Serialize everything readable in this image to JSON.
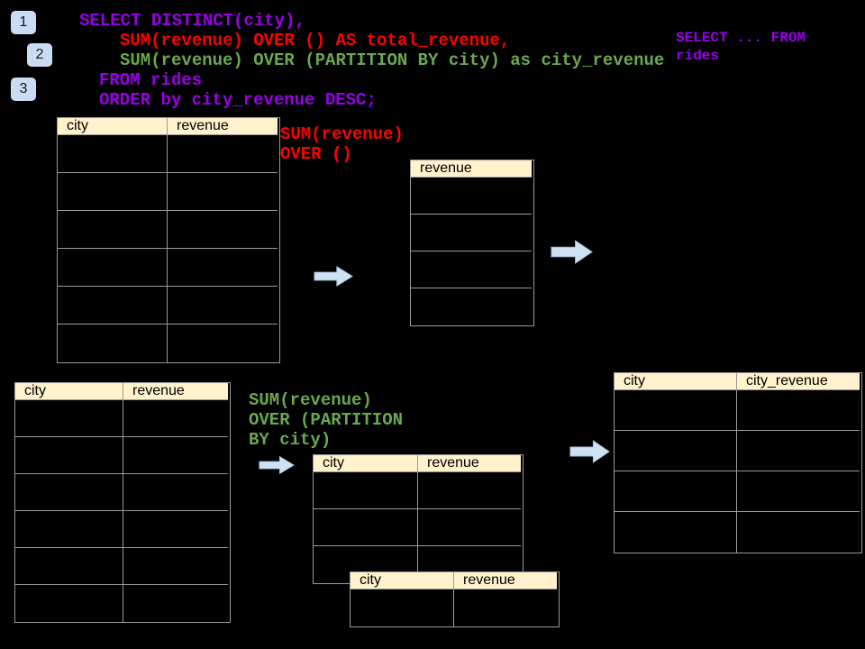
{
  "steps": [
    {
      "label": "1"
    },
    {
      "label": "2"
    },
    {
      "label": "3"
    }
  ],
  "sql": {
    "line1": "SELECT DISTINCT(city),",
    "line2": "SUM(revenue) OVER () AS total_revenue,",
    "line3": "SUM(revenue) OVER (PARTITION BY city) as city_revenue",
    "line4": "FROM rides",
    "line5": "ORDER by city_revenue DESC;"
  },
  "annotations": {
    "side_note": "SELECT ... FROM\nrides",
    "total_revenue_label": "SUM(revenue)\nOVER ()",
    "partition_label": "SUM(revenue)\nOVER (PARTITION\nBY city)"
  },
  "tables": {
    "source_top": {
      "columns": [
        "city",
        "revenue"
      ],
      "body_rows": 6
    },
    "total_result": {
      "columns": [
        "revenue"
      ],
      "body_rows": 4
    },
    "source_bottom": {
      "columns": [
        "city",
        "revenue"
      ],
      "body_rows": 6
    },
    "partition_group_1": {
      "columns": [
        "city",
        "revenue"
      ],
      "body_rows": 3
    },
    "partition_group_2": {
      "columns": [
        "city",
        "revenue"
      ],
      "body_rows": 1
    },
    "partition_result": {
      "columns": [
        "city",
        "city_revenue"
      ],
      "body_rows": 4
    }
  },
  "icons": {
    "flow_arrows": [
      "right-arrow",
      "right-arrow",
      "right-arrow",
      "right-arrow"
    ]
  },
  "colors": {
    "background": "#000000",
    "sql_purple": "#9900e8",
    "sql_red": "#ff0000",
    "sql_green": "#6aa84f",
    "table_header_bg": "#fff2cc",
    "table_border": "#9a9a9a",
    "arrow_fill": "#cfe2f3",
    "badge_bg": "#c9dcf3"
  }
}
